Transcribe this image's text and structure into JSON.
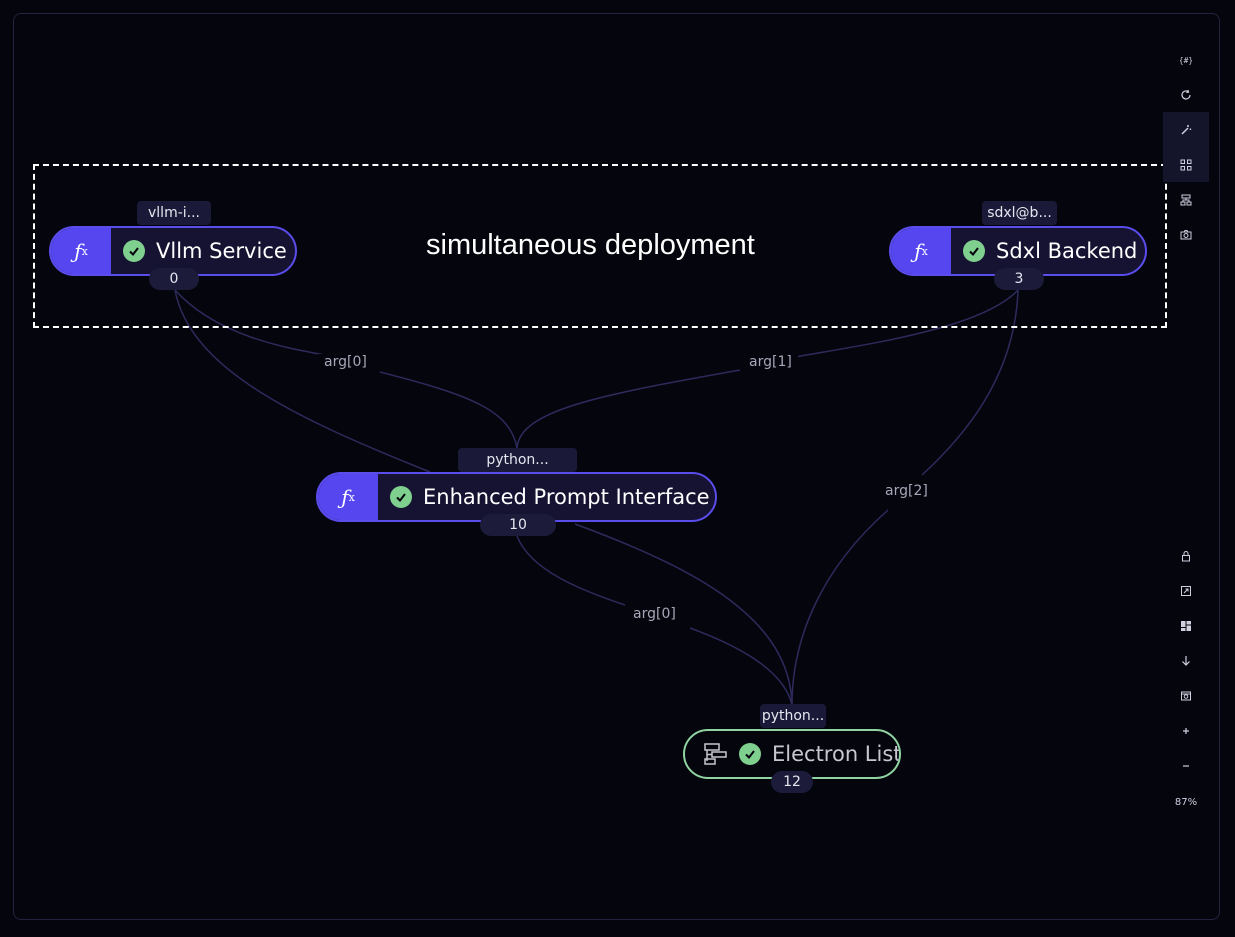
{
  "group": {
    "label": "simultaneous deployment"
  },
  "nodes": {
    "vllm": {
      "tag": "vllm-i...",
      "title": "Vllm Service",
      "id": "0"
    },
    "sdxl": {
      "tag": "sdxl@b...",
      "title": "Sdxl Backend",
      "id": "3"
    },
    "prompt": {
      "tag": "python...",
      "title": "Enhanced Prompt Interface",
      "id": "10"
    },
    "electron_list": {
      "tag": "python...",
      "title": "Electron List",
      "id": "12"
    }
  },
  "edges": {
    "vllm_to_prompt": "arg[0]",
    "sdxl_to_prompt": "arg[1]",
    "sdxl_to_list": "arg[2]",
    "prompt_to_list": "arg[0]"
  },
  "toolbar": {
    "top": [
      "params-icon",
      "refresh-icon",
      "magic-wand-icon",
      "layout-icon",
      "hierarchy-icon",
      "camera-icon"
    ],
    "bottom": [
      "lock-icon",
      "fit-view-icon",
      "minimap-icon",
      "download-icon",
      "screenshot-icon",
      "zoom-in-icon",
      "zoom-out-icon"
    ],
    "zoom_level": "87%"
  },
  "colors": {
    "background": "#05050e",
    "node_accent": "#5546f0",
    "node_border": "#5b4dec",
    "success": "#7fcf8e",
    "list_border": "#8fd3a0",
    "edge": "#2e2a5c"
  }
}
